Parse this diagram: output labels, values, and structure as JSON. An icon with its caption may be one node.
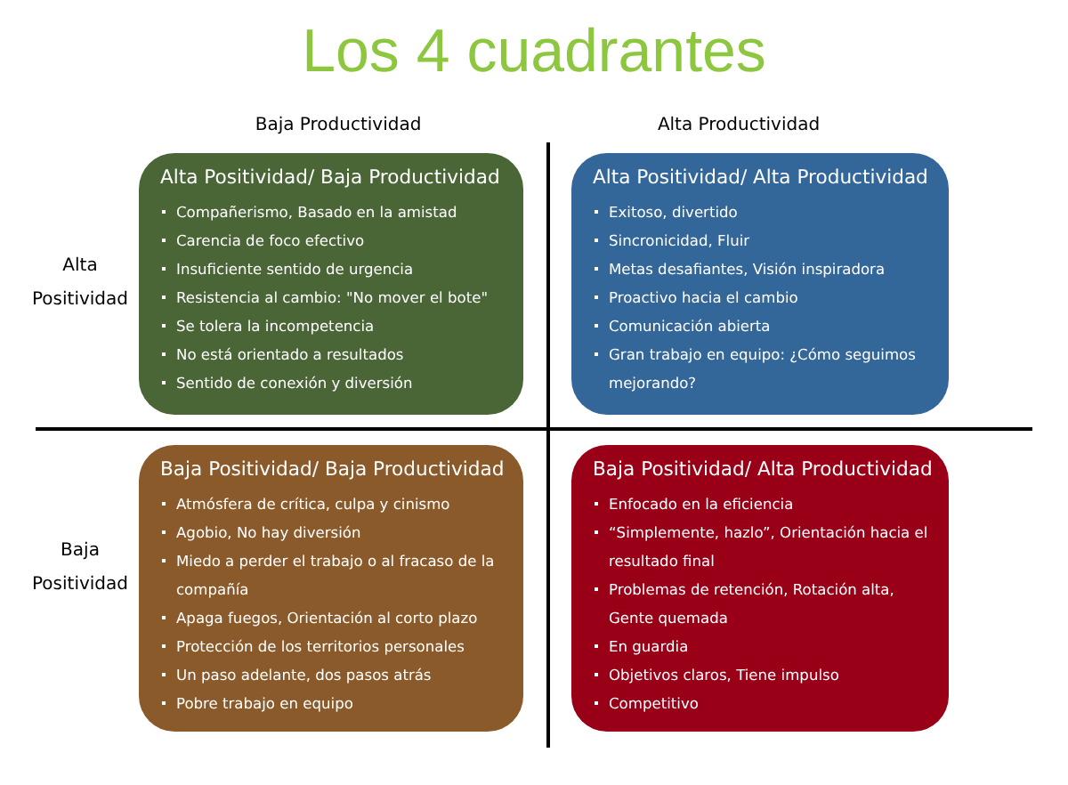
{
  "diagram": {
    "title": "Los 4 cuadrantes",
    "nodes": [
      {
        "text": [
          "Alta Positividad/ Baja Productividad",
          "Compañerismo, Basado en la amistad",
          "Carencia de foco efectivo",
          "Insuficiente sentido de urgencia",
          "Resistencia al cambio: \"No mover el bote\"",
          "Se tolera la incompetencia",
          "No está orientado a resultados",
          "Sentido de conexión y diversión"
        ]
      },
      {
        "text": [
          "Alta Positividad/ Alta Productividad",
          "Exitoso, divertido",
          "Sincronicidad, Fluir",
          "Metas desafiantes, Visión inspiradora",
          "Proactivo hacia el cambio",
          "Comunicación abierta",
          "Gran trabajo en equipo: ¿Cómo seguimos mejorando?"
        ]
      },
      {
        "text": [
          "Baja Positividad/ Baja Productividad",
          "Atmósfera de crítica, culpa y cinismo",
          "Agobio, No hay diversión",
          "Miedo a perder el trabajo o al fracaso de la compañía",
          "Apaga fuegos, Orientación al corto plazo",
          "Protección de los territorios personales",
          "Un paso adelante, dos pasos atrás",
          "Pobre trabajo en equipo"
        ]
      },
      {
        "text": [
          "Baja Positividad/ Alta Productividad",
          "Enfocado en la eficiencia",
          "“Simplemente, hazlo”, Orientación hacia el resultado final",
          "Problemas de retención, Rotación alta, Gente quemada",
          "En guardia",
          "Objetivos claros, Tiene impulso",
          "Competitivo"
        ]
      }
    ],
    "labels": [
      "Baja Productividad",
      "Alta Productividad",
      "Alta Positividad",
      "Baja Positividad"
    ]
  }
}
